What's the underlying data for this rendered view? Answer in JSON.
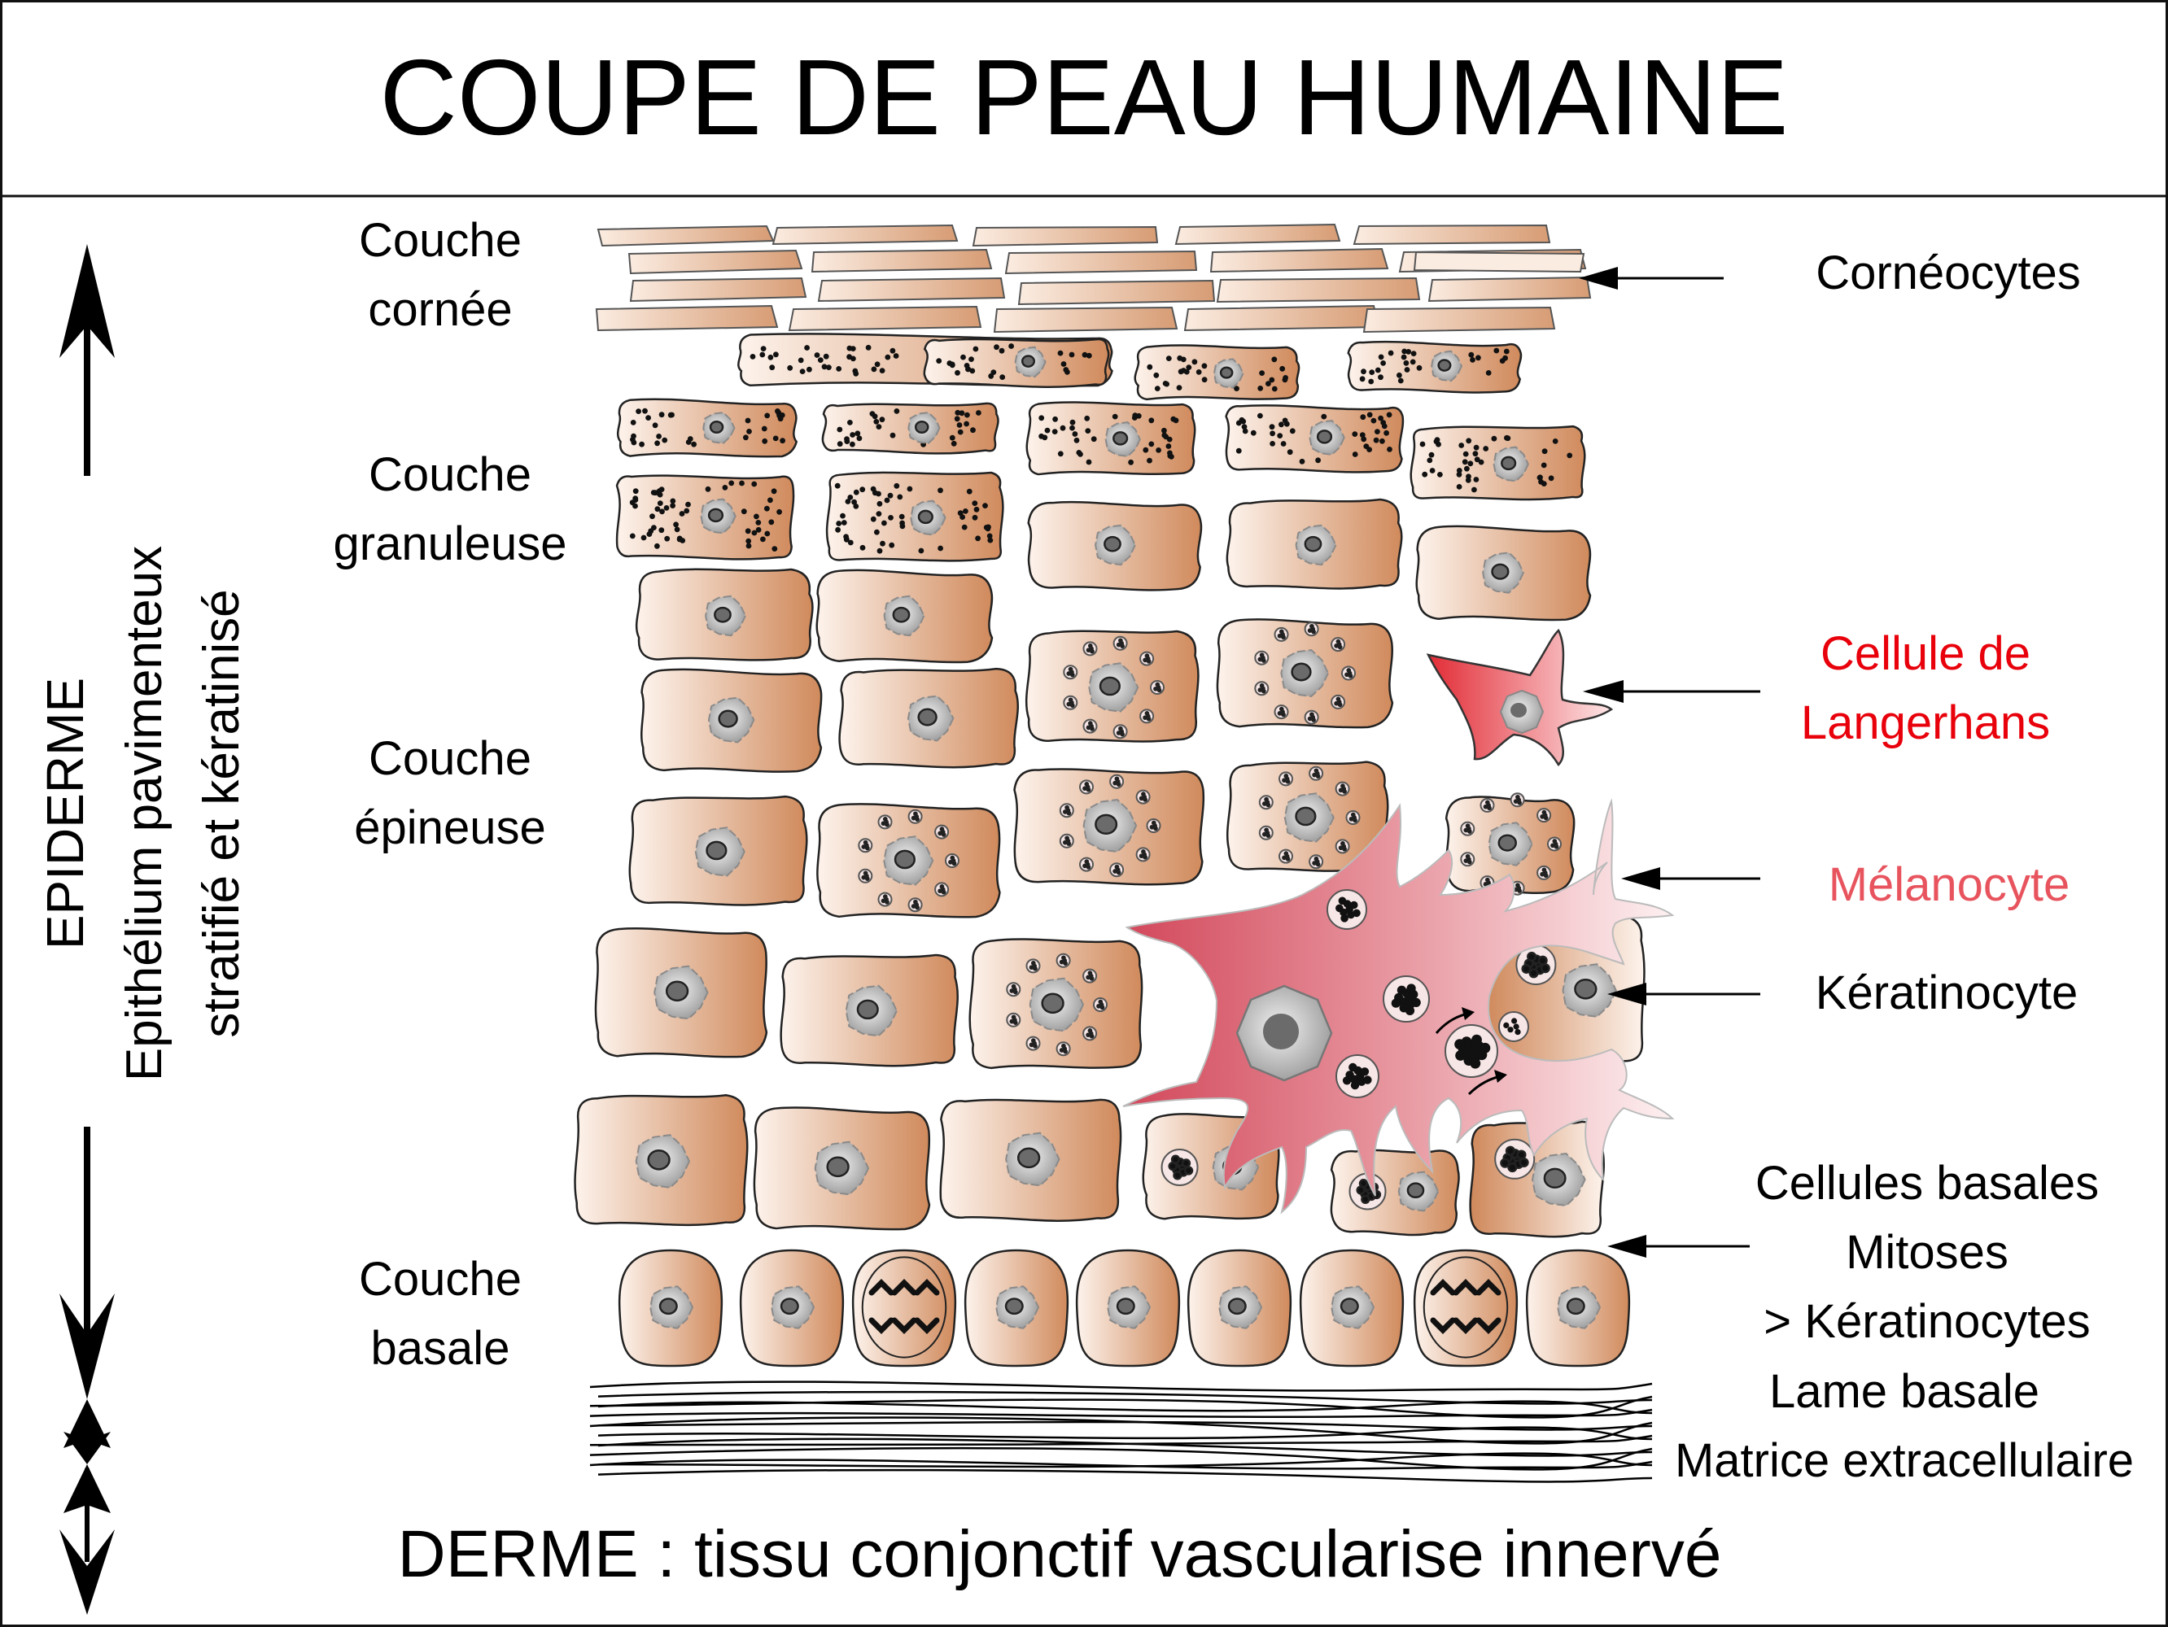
{
  "title": "COUPE DE PEAU HUMAINE",
  "layers": {
    "cornee": [
      "Couche",
      "cornée"
    ],
    "granuleuse": [
      "Couche",
      "granuleuse"
    ],
    "epineuse": [
      "Couche",
      "épineuse"
    ],
    "basale": [
      "Couche",
      "basale"
    ]
  },
  "side": {
    "epiderme": "EPIDERME",
    "line1": "Epithélium pavimenteux",
    "line2": "stratifié et kératinisé"
  },
  "labels": {
    "corneocytes": "Cornéocytes",
    "langerhans": [
      "Cellule de",
      "Langerhans"
    ],
    "melanocyte": "Mélanocyte",
    "keratinocyte": "Kératinocyte",
    "basales": [
      "Cellules basales",
      "Mitoses",
      "> Kératinocytes"
    ],
    "lame": "Lame basale",
    "matrice": "Matrice extracellulaire"
  },
  "derme": "DERME : tissu conjonctif vascularise innervé",
  "colors": {
    "cell": "#d9986e",
    "cell_light": "#fdf3ec",
    "nucleus": "#b7b7b7",
    "melanocyte": "#dc5a6a",
    "langerhans": "#e8303a",
    "label_langerhans": "#e8000b",
    "label_melanocyte": "#e8545e"
  }
}
